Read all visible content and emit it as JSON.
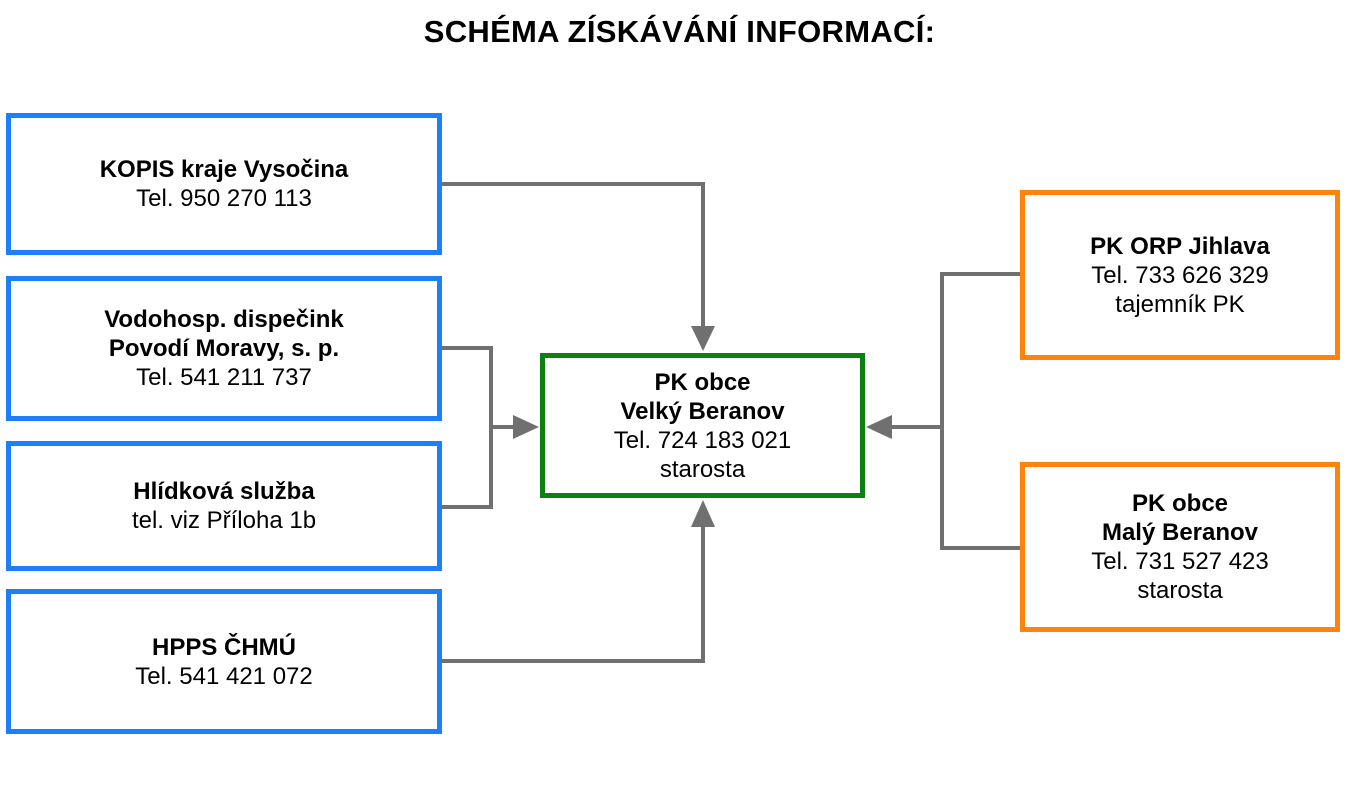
{
  "title": "SCHÉMA ZÍSKÁVÁNÍ INFORMACÍ:",
  "nodes": {
    "kopis": {
      "name": "KOPIS kraje Vysočina",
      "phone": "Tel. 950 270 113"
    },
    "vodohosp": {
      "name_line1": "Vodohosp. dispečink",
      "name_line2": "Povodí Moravy, s. p.",
      "phone": "Tel. 541 211 737"
    },
    "hlidkova": {
      "name": "Hlídková služba",
      "phone": "tel. viz Příloha 1b"
    },
    "hpps": {
      "name": "HPPS ČHMÚ",
      "phone": "Tel. 541 421 072"
    },
    "center": {
      "name_line1": "PK obce",
      "name_line2": "Velký Beranov",
      "phone": "Tel. 724 183 021",
      "role": "starosta"
    },
    "orp": {
      "name": "PK ORP Jihlava",
      "phone": "Tel. 733 626 329",
      "role": "tajemník PK"
    },
    "maly": {
      "name_line1": "PK obce",
      "name_line2": "Malý Beranov",
      "phone": "Tel. 731 527 423",
      "role": "starosta"
    }
  },
  "colors": {
    "sources_border": "#1e7ffa",
    "center_border": "#0c8011",
    "right_border": "#ff8409",
    "connector": "#707070"
  }
}
